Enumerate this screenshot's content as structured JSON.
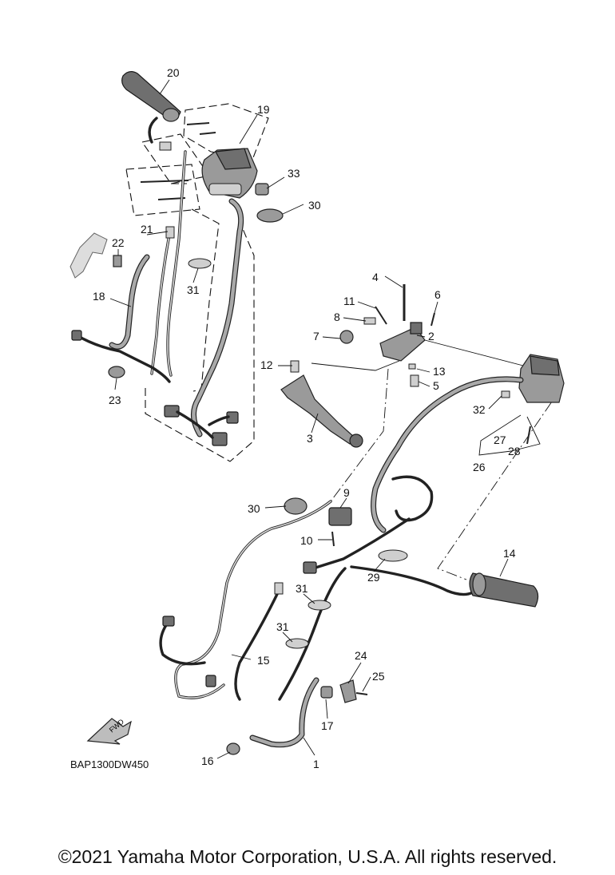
{
  "callouts": {
    "n1": "1",
    "n2": "2",
    "n3": "3",
    "n4": "4",
    "n5": "5",
    "n6": "6",
    "n7": "7",
    "n8": "8",
    "n9": "9",
    "n10": "10",
    "n11": "11",
    "n12": "12",
    "n13": "13",
    "n14": "14",
    "n15": "15",
    "n16": "16",
    "n17": "17",
    "n18": "18",
    "n19": "19",
    "n20": "20",
    "n21": "21",
    "n22": "22",
    "n23": "23",
    "n24": "24",
    "n25": "25",
    "n26": "26",
    "n27": "27",
    "n28": "28",
    "n29": "29",
    "n30a": "30",
    "n30b": "30",
    "n31a": "31",
    "n31b": "31",
    "n31c": "31",
    "n32": "32",
    "n33": "33"
  },
  "fwd_label": "FWD",
  "drawing_code": "BAP1300DW450",
  "copyright": "©2021 Yamaha Motor Corporation, U.S.A. All rights reserved."
}
